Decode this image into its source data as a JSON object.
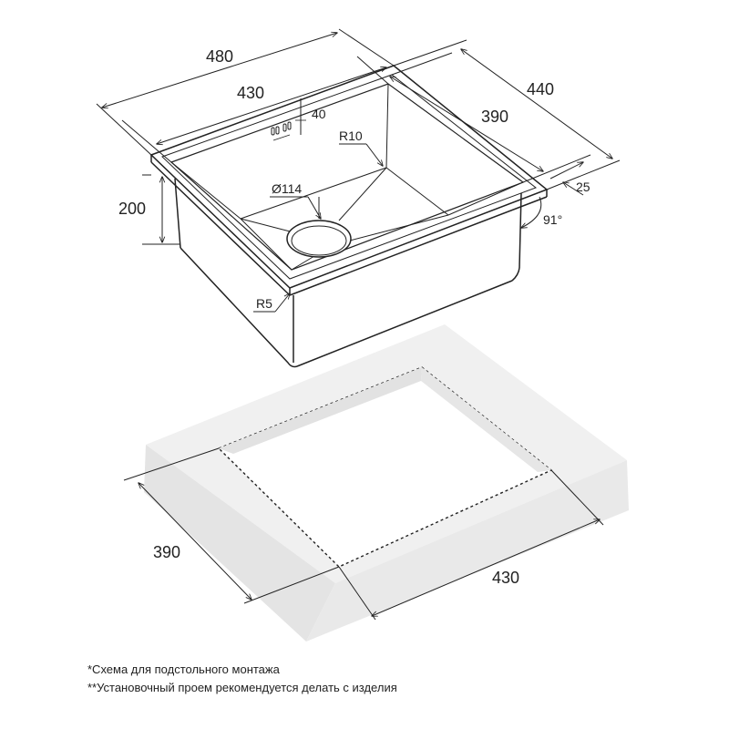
{
  "sink_dimensions": {
    "outer_width": "480",
    "inner_width": "430",
    "outer_depth": "440",
    "inner_depth": "390",
    "height": "200",
    "flange": "25",
    "angle": "91°",
    "corner_radius_inner": "R10",
    "corner_radius_outer": "R5",
    "drain_diameter": "Ø114",
    "overflow_offset": "40"
  },
  "cutout_dimensions": {
    "depth": "390",
    "width": "430"
  },
  "notes": [
    "*Схема для подстольного монтажа",
    "**Установочный проем рекомендуется делать с изделия"
  ]
}
